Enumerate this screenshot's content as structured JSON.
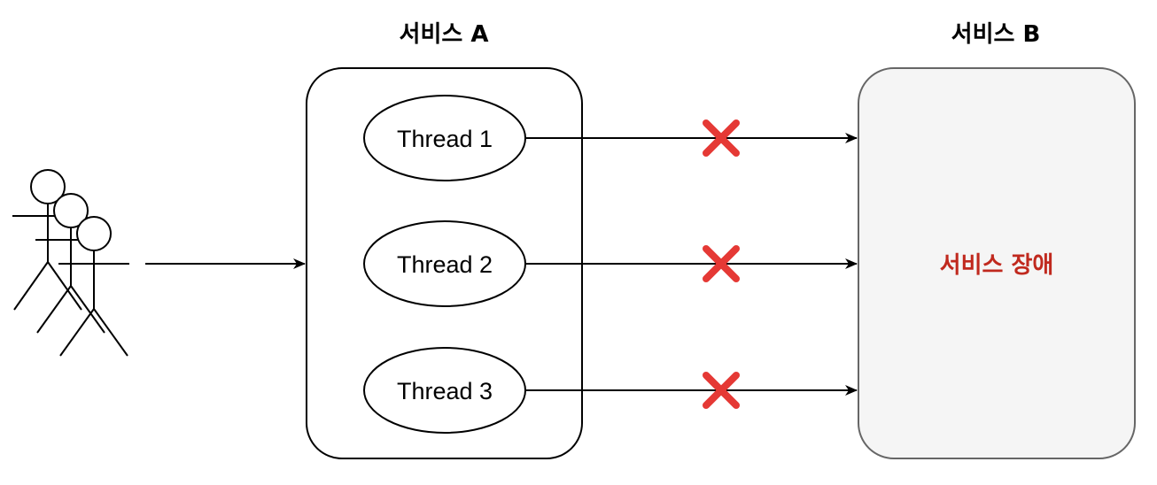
{
  "service_a": {
    "title": "서비스 A",
    "threads": [
      "Thread 1",
      "Thread 2",
      "Thread 3"
    ]
  },
  "service_b": {
    "title": "서비스 B",
    "status_text": "서비스 장애"
  },
  "users": {
    "count": 3
  },
  "colors": {
    "stroke": "#000000",
    "service_b_fill": "#f5f5f5",
    "service_b_stroke": "#666666",
    "fault_text": "#c0291e",
    "cross_mark": "#e53935"
  }
}
